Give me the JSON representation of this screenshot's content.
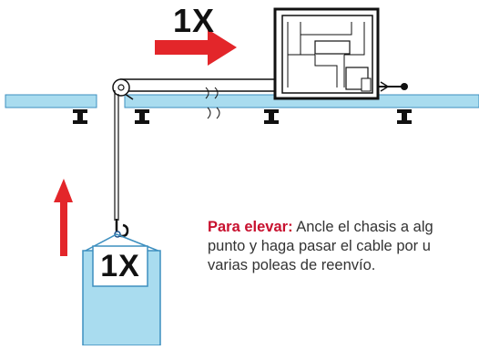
{
  "diagram": {
    "top_ratio": "1X",
    "load_ratio": "1X",
    "caption": {
      "lead": "Para elevar:",
      "line1_rest": " Ancle el chasis a alg",
      "line2": "punto y haga pasar el cable por u",
      "line3": "varias poleas de reenvío."
    },
    "colors": {
      "arrow": "#e3262a",
      "rail": "#a9dcef",
      "rail_edge": "#3d8fbf",
      "load": "#a9dcef",
      "ink": "#111111"
    }
  }
}
